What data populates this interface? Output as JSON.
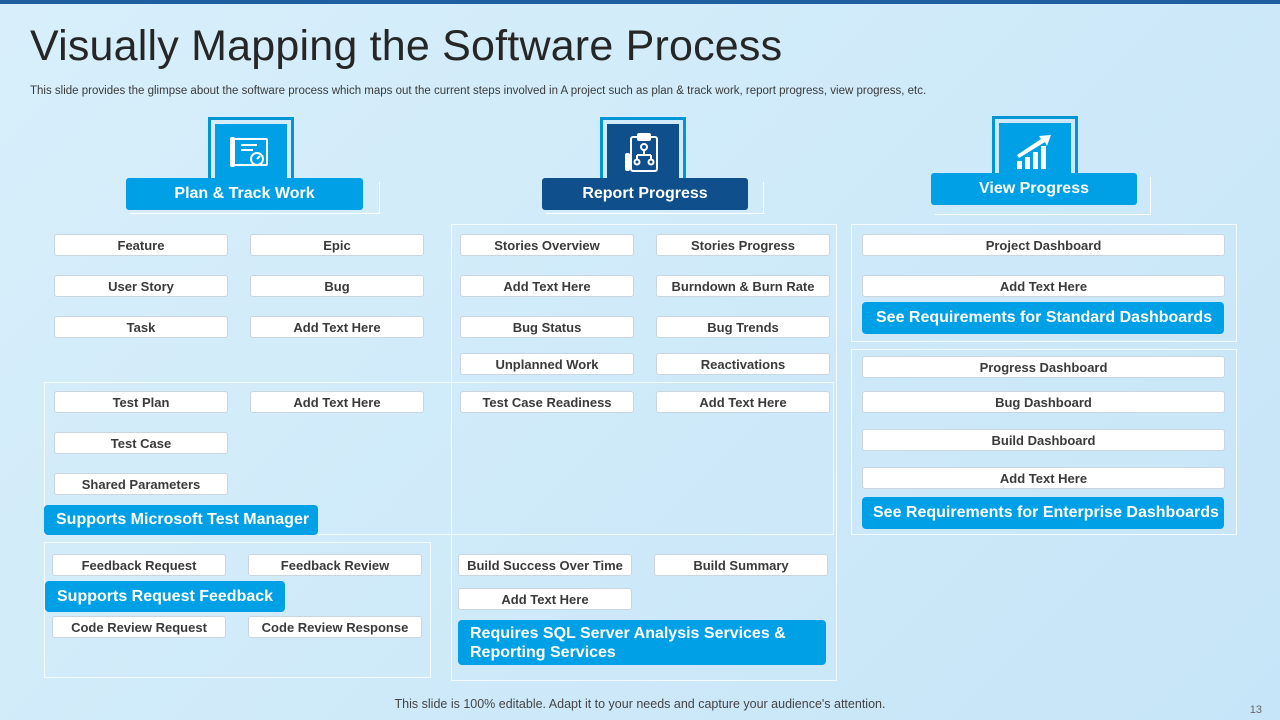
{
  "title": "Visually Mapping the Software Process",
  "subtitle": "This slide provides the glimpse about the software process which maps out the current steps involved in A project such as plan & track work, report progress, view progress, etc.",
  "footer": "This slide is 100% editable. Adapt it to your needs and capture your audience's attention.",
  "page_number": "13",
  "icons": {
    "plan": "blueprint-icon",
    "report": "clipboard-chart-icon",
    "view": "growth-chart-icon"
  },
  "colors": {
    "accent": "#00a0e6",
    "dark": "#0e4f8c",
    "icon_plan_bg": "#00a0e6",
    "icon_report_bg": "#0e4f8c",
    "icon_view_bg": "#00a0e6"
  },
  "plan": {
    "header": "Plan & Track Work",
    "items_a": [
      "Feature",
      "Epic",
      "User Story",
      "Bug",
      "Task",
      "Add Text Here"
    ],
    "items_b": [
      "Test Plan",
      "Add Text Here",
      "Test Case",
      "Shared Parameters"
    ],
    "banner_b": "Supports Microsoft Test Manager",
    "items_c": [
      "Feedback Request",
      "Feedback Review",
      "Code Review Request",
      "Code Review Response"
    ],
    "banner_c": "Supports Request Feedback"
  },
  "report": {
    "header": "Report Progress",
    "items_a": [
      "Stories Overview",
      "Stories Progress",
      "Add Text Here",
      "Burndown & Burn Rate",
      "Bug  Status",
      "Bug Trends",
      "Unplanned Work",
      "Reactivations"
    ],
    "items_b": [
      "Test Case Readiness",
      "Add Text Here"
    ],
    "items_c": [
      "Build Success Over Time",
      "Build Summary",
      "Add Text Here"
    ],
    "banner_c": "Requires SQL Server Analysis Services & Reporting Services"
  },
  "view": {
    "header": "View Progress",
    "items_a": [
      "Project Dashboard",
      "Add Text Here"
    ],
    "banner_a": "See Requirements for Standard Dashboards",
    "items_b": [
      "Progress Dashboard",
      "Bug Dashboard",
      "Build Dashboard",
      "Add  Text Here"
    ],
    "banner_b": "See Requirements for Enterprise  Dashboards"
  }
}
